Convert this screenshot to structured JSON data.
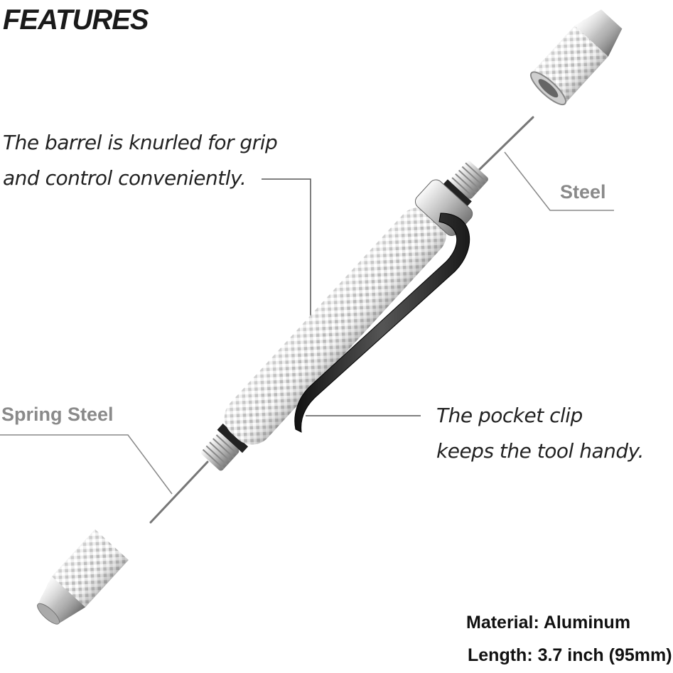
{
  "header": {
    "title": "FEATURES"
  },
  "callouts": {
    "barrel": {
      "line1": "The barrel is knurled for grip",
      "line2": "and control conveniently."
    },
    "clip": {
      "line1": "The pocket clip",
      "line2": "keeps the tool handy."
    }
  },
  "tags": {
    "top_tip": "Steel",
    "bottom_tip": "Spring Steel"
  },
  "specs": {
    "material": "Material: Aluminum",
    "length": "Length: 3.7 inch (95mm)"
  },
  "colors": {
    "leader_line": "#555555",
    "tag_text": "#8a8a8a",
    "metal_light": "#f2f2f2",
    "metal_dark": "#8c8c8c"
  }
}
